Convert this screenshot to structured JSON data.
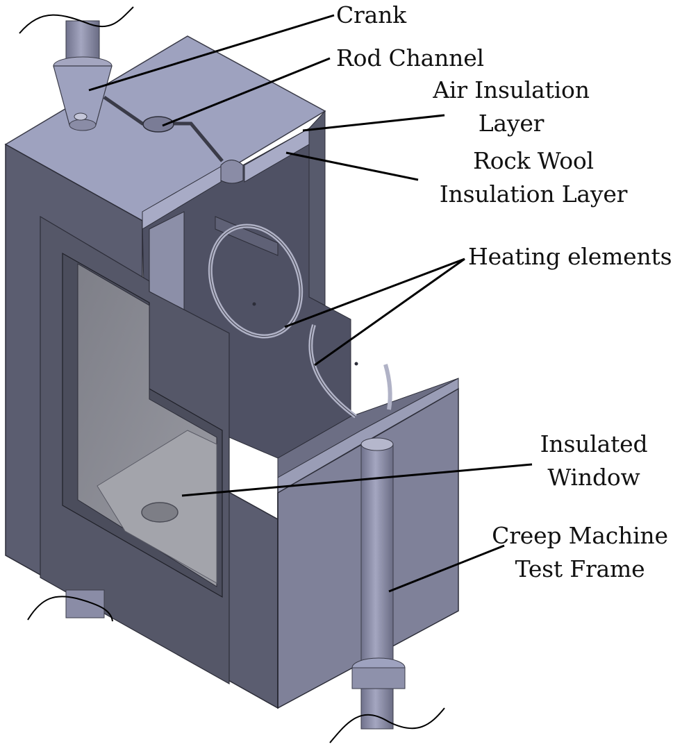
{
  "figure": {
    "description": "Isometric CAD cutaway of a creep-test furnace enclosure",
    "colors": {
      "top_face": "#9ea2bf",
      "front_face": "#5b5d70",
      "right_face": "#7f8199",
      "interior_wall": "#4f5164",
      "window_glass": "#8d8e96",
      "rod": "#8a8ca6",
      "leader_line": "#000000",
      "background": "#ffffff"
    }
  },
  "labels": {
    "crank": {
      "lines": [
        "Crank"
      ]
    },
    "rod_channel": {
      "lines": [
        "Rod Channel"
      ]
    },
    "air_insulation": {
      "lines": [
        "Air Insulation",
        "Layer"
      ]
    },
    "rock_wool": {
      "lines": [
        "Rock Wool",
        "Insulation Layer"
      ]
    },
    "heating_elements": {
      "lines": [
        "Heating elements"
      ]
    },
    "insulated_window": {
      "lines": [
        "Insulated",
        "Window"
      ]
    },
    "test_frame": {
      "lines": [
        "Creep Machine",
        "Test Frame"
      ]
    }
  }
}
